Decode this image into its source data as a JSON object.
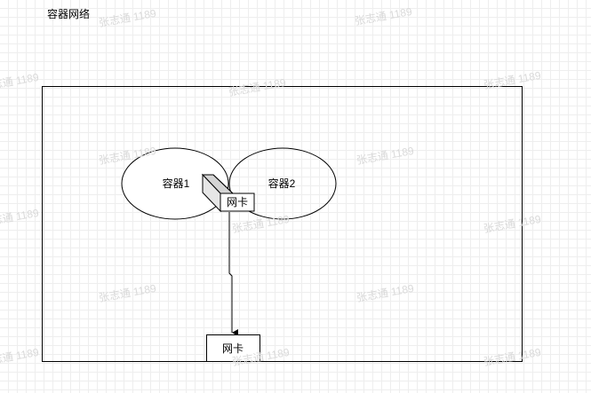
{
  "diagram": {
    "title": "容器网络",
    "container1_label": "容器1",
    "container2_label": "容器2",
    "inner_nic_label": "网卡",
    "host_nic_label": "网卡",
    "watermark_text": "张志通 1189"
  },
  "colors": {
    "stroke": "#000000",
    "nic_face": "#ffffff",
    "nic_side": "#e6e6e6",
    "nic_top": "#d4d4d4",
    "grid": "#eeeeee",
    "watermark": "#d9d9d9"
  }
}
